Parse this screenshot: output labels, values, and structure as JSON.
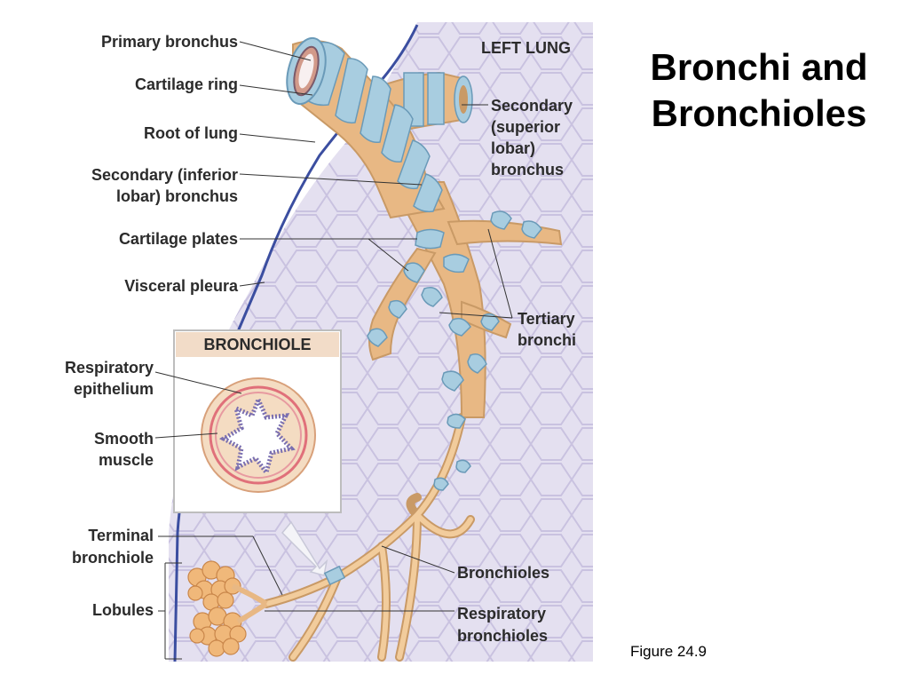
{
  "slide": {
    "title_line1": "Bronchi and",
    "title_line2": "Bronchioles",
    "caption": "Figure 24.9"
  },
  "figure": {
    "left_lung": "LEFT LUNG",
    "primary_bronchus": "Primary bronchus",
    "cartilage_ring": "Cartilage ring",
    "root_of_lung": "Root of lung",
    "secondary_inferior_1": "Secondary (inferior",
    "secondary_inferior_2": "lobar) bronchus",
    "cartilage_plates": "Cartilage plates",
    "visceral_pleura": "Visceral pleura",
    "secondary_superior_1": "Secondary",
    "secondary_superior_2": "(superior",
    "secondary_superior_3": "lobar)",
    "secondary_superior_4": "bronchus",
    "tertiary_1": "Tertiary",
    "tertiary_2": "bronchi",
    "bronchiole_box_title": "BRONCHIOLE",
    "respiratory_epithelium_1": "Respiratory",
    "respiratory_epithelium_2": "epithelium",
    "smooth_muscle_1": "Smooth",
    "smooth_muscle_2": "muscle",
    "terminal_1": "Terminal",
    "terminal_2": "bronchiole",
    "lobules": "Lobules",
    "bronchioles": "Bronchioles",
    "respiratory_bronchioles_1": "Respiratory",
    "respiratory_bronchioles_2": "bronchioles"
  },
  "colors": {
    "lung_fill": "#e4e0f0",
    "cell_lines": "#c9c2e0",
    "airway": "#e8b884",
    "cartilage": "#a8cde0",
    "pleura_line": "#3b4ea0"
  }
}
